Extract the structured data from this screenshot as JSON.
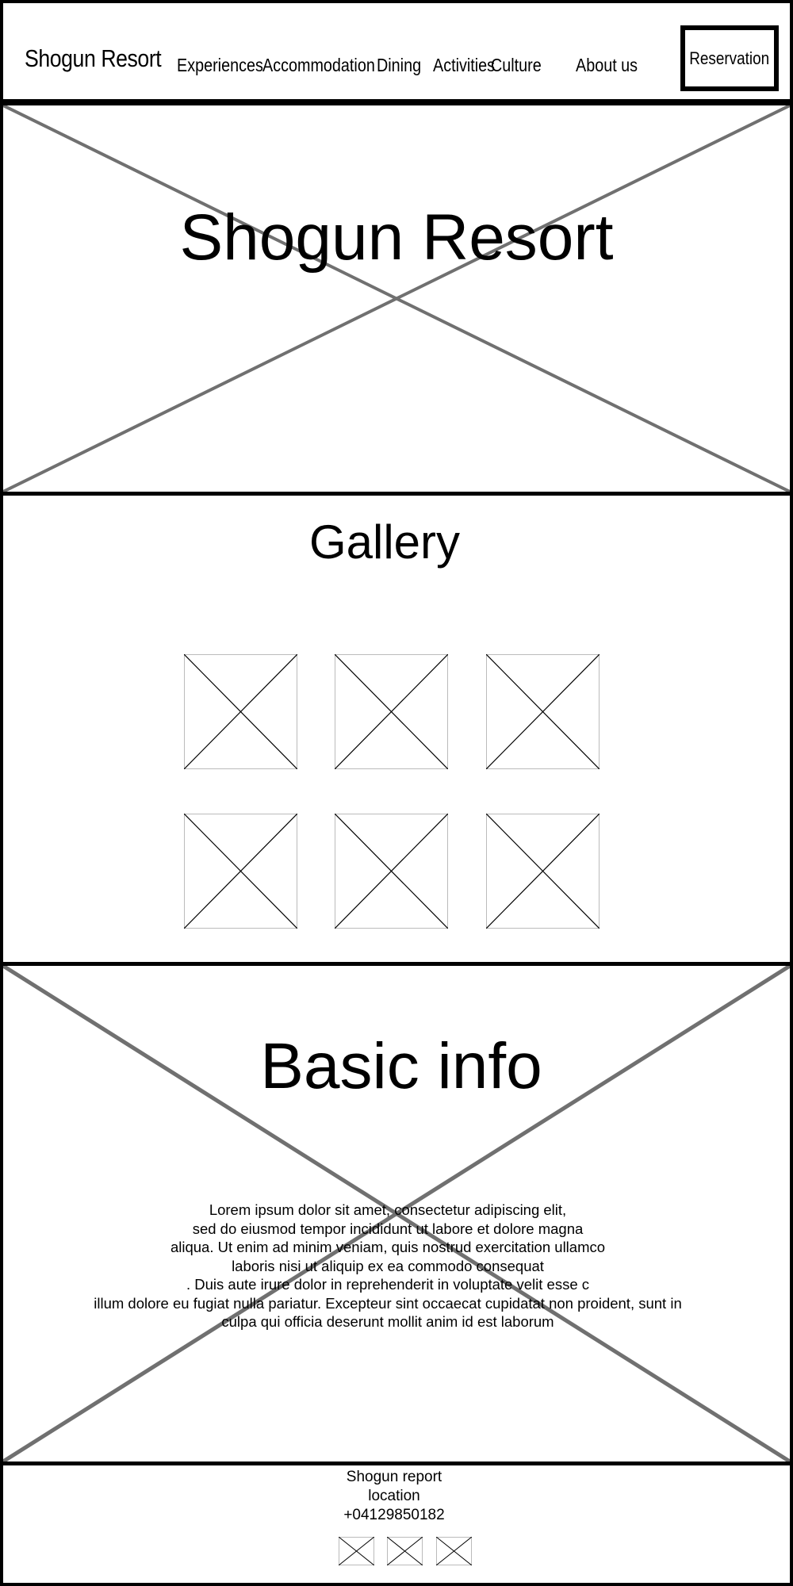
{
  "header": {
    "brand": "Shogun Resort",
    "nav": [
      "Experiences",
      "Accommodation",
      "Dining",
      "Activities",
      "Culture",
      "About us"
    ],
    "reserve_label": "Reservation"
  },
  "hero": {
    "title": "Shogun Resort"
  },
  "gallery": {
    "title": "Gallery"
  },
  "info": {
    "title": "Basic info",
    "lines": [
      "Lorem ipsum dolor sit amet, consectetur adipiscing elit,",
      "sed do eiusmod tempor incididunt ut labore et dolore magna",
      "aliqua. Ut enim ad minim veniam, quis nostrud exercitation ullamco",
      "laboris nisi ut aliquip ex ea commodo consequat",
      ". Duis aute irure dolor in reprehenderit in voluptate velit esse c",
      "illum dolore eu fugiat nulla pariatur. Excepteur sint occaecat cupidatat non proident, sunt in",
      "culpa qui officia deserunt mollit anim id est laborum"
    ]
  },
  "footer": {
    "name": "Shogun report",
    "location": "location",
    "phone": "+04129850182"
  },
  "colors": {
    "border": "#000000",
    "placeholder_cross": "#707070",
    "thumb_border": "#bbbbbb"
  }
}
